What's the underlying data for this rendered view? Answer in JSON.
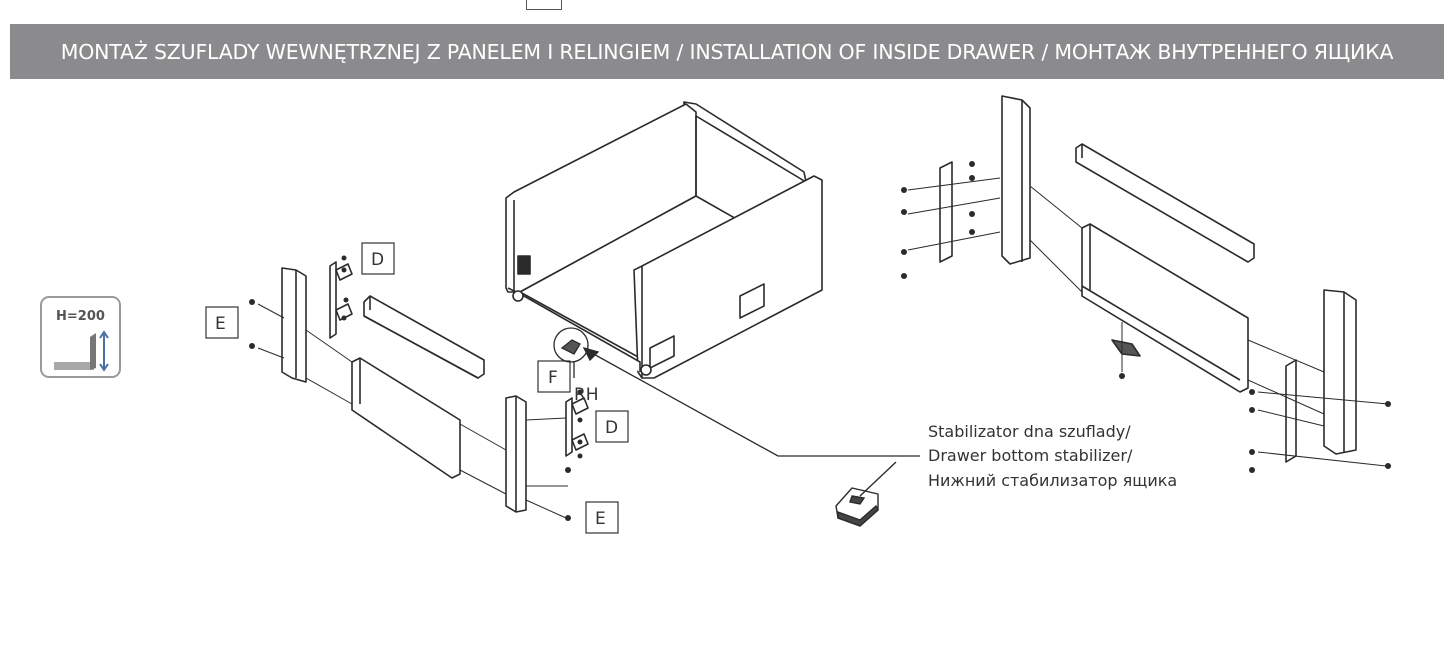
{
  "header": {
    "title": "MONTAŻ SZUFLADY WEWNĘTRZNEJ Z PANELEM I RELINGIEM / INSTALLATION OF INSIDE DRAWER / МОНТАЖ ВНУТРЕННЕГО ЯЩИКА"
  },
  "height_badge": {
    "label": "H=200"
  },
  "labels": {
    "d": "D",
    "e": "E",
    "f": "F",
    "rh": "RH"
  },
  "caption": {
    "line1": "Stabilizator dna szuflady/",
    "line2": "Drawer bottom stabilizer/",
    "line3": "Нижний стабилизатор ящика"
  },
  "colors": {
    "header_bg": "#8b8b8d",
    "line": "#2b2b2b",
    "panel_fill": "#ffffff",
    "badge_border": "#9a9a9a"
  }
}
